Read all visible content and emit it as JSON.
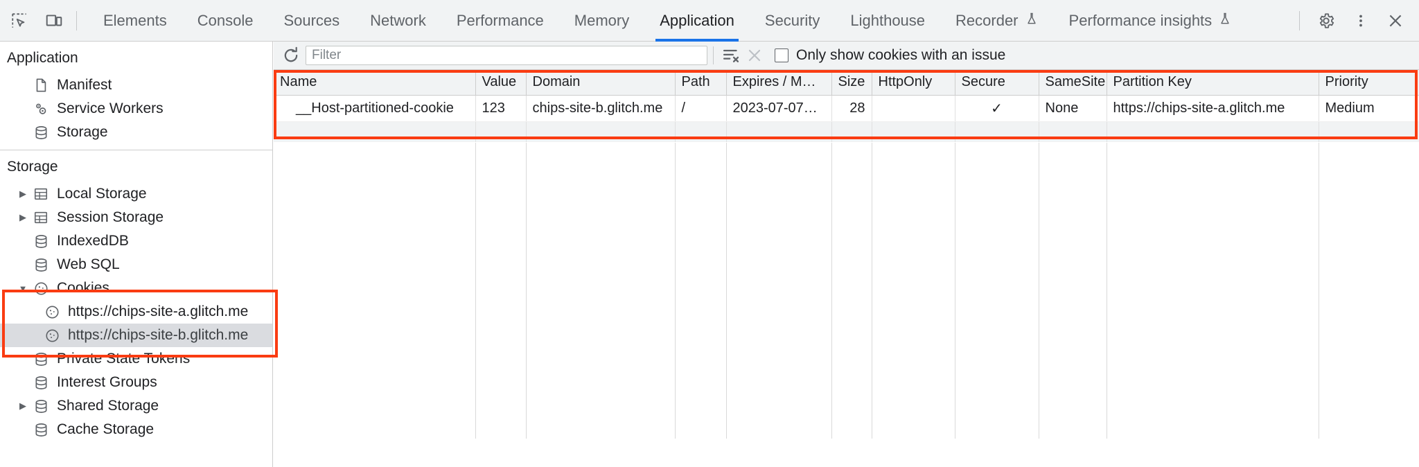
{
  "toolbar": {
    "icons": [
      {
        "name": "inspect-element-icon",
        "label": "Inspect element"
      },
      {
        "name": "device-toolbar-icon",
        "label": "Toggle device toolbar"
      }
    ],
    "tabs": [
      {
        "label": "Elements",
        "active": false,
        "experimental": false
      },
      {
        "label": "Console",
        "active": false,
        "experimental": false
      },
      {
        "label": "Sources",
        "active": false,
        "experimental": false
      },
      {
        "label": "Network",
        "active": false,
        "experimental": false
      },
      {
        "label": "Performance",
        "active": false,
        "experimental": false
      },
      {
        "label": "Memory",
        "active": false,
        "experimental": false
      },
      {
        "label": "Application",
        "active": true,
        "experimental": false
      },
      {
        "label": "Security",
        "active": false,
        "experimental": false
      },
      {
        "label": "Lighthouse",
        "active": false,
        "experimental": false
      },
      {
        "label": "Recorder",
        "active": false,
        "experimental": true
      },
      {
        "label": "Performance insights",
        "active": false,
        "experimental": true
      }
    ],
    "right_icons": [
      {
        "name": "settings-gear-icon",
        "label": "Settings"
      },
      {
        "name": "more-options-icon",
        "label": "Customize and control DevTools"
      },
      {
        "name": "close-devtools-icon",
        "label": "Close DevTools"
      }
    ],
    "active_tab_underline_color": "#1a73e8"
  },
  "sidebar": {
    "sections": [
      {
        "title": "Application",
        "items": [
          {
            "label": "Manifest",
            "icon": "manifest-document-icon",
            "arrow": "none",
            "selected": false
          },
          {
            "label": "Service Workers",
            "icon": "service-workers-gears-icon",
            "arrow": "none",
            "selected": false
          },
          {
            "label": "Storage",
            "icon": "database-icon",
            "arrow": "none",
            "selected": false
          }
        ]
      },
      {
        "title": "Storage",
        "items": [
          {
            "label": "Local Storage",
            "icon": "table-icon",
            "arrow": "collapsed",
            "selected": false
          },
          {
            "label": "Session Storage",
            "icon": "table-icon",
            "arrow": "collapsed",
            "selected": false
          },
          {
            "label": "IndexedDB",
            "icon": "database-icon",
            "arrow": "none",
            "selected": false
          },
          {
            "label": "Web SQL",
            "icon": "database-icon",
            "arrow": "none",
            "selected": false
          },
          {
            "label": "Cookies",
            "icon": "cookie-icon",
            "arrow": "expanded",
            "selected": false
          },
          {
            "label": "https://chips-site-a.glitch.me",
            "icon": "cookie-icon",
            "arrow": "none",
            "selected": false,
            "child": true
          },
          {
            "label": "https://chips-site-b.glitch.me",
            "icon": "cookie-icon",
            "arrow": "none",
            "selected": true,
            "child": true
          },
          {
            "label": "Private State Tokens",
            "icon": "database-icon",
            "arrow": "none",
            "selected": false
          },
          {
            "label": "Interest Groups",
            "icon": "database-icon",
            "arrow": "none",
            "selected": false
          },
          {
            "label": "Shared Storage",
            "icon": "database-icon",
            "arrow": "collapsed",
            "selected": false
          },
          {
            "label": "Cache Storage",
            "icon": "database-icon",
            "arrow": "none",
            "selected": false
          }
        ]
      }
    ]
  },
  "filterbar": {
    "refresh_label": "Refresh",
    "filter_placeholder": "Filter",
    "filter_value": "",
    "clear_all_label": "Clear all cookies",
    "delete_label": "Delete selected cookie",
    "checkbox_label": "Only show cookies with an issue",
    "checkbox_checked": false
  },
  "table": {
    "columns": [
      "Name",
      "Value",
      "Domain",
      "Path",
      "Expires / M…",
      "Size",
      "HttpOnly",
      "Secure",
      "SameSite",
      "Partition Key",
      "Priority"
    ],
    "rows": [
      {
        "name": "__Host-partitioned-cookie",
        "value": "123",
        "domain": "chips-site-b.glitch.me",
        "path": "/",
        "expires": "2023-07-07…",
        "size": "28",
        "httponly": "",
        "secure": "✓",
        "samesite": "None",
        "partition_key": "https://chips-site-a.glitch.me",
        "priority": "Medium"
      }
    ]
  },
  "annotations": {
    "highlight_color": "#fa3c12",
    "boxes": [
      {
        "name": "cookies-tree-highlight"
      },
      {
        "name": "cookie-table-highlight"
      }
    ]
  }
}
